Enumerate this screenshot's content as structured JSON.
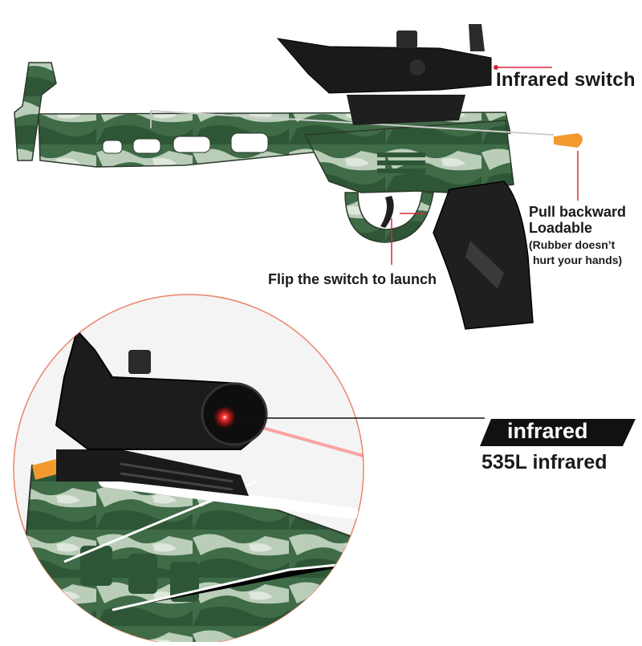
{
  "callouts": {
    "infrared_switch": "Infrared switch",
    "pull_backward": "Pull backward",
    "loadable": "Loadable",
    "rubber_line1": "(Rubber doesn’t",
    "rubber_line2": "hurt your hands)",
    "flip_switch": "Flip the switch to launch",
    "infrared_banner": "infrared",
    "model_infrared": "535L infrared"
  },
  "colors": {
    "callout_line": "#d8283a",
    "circle_outline": "#e8866a",
    "camo_dark": "#2e5636",
    "camo_light": "#b9cdb8",
    "grip": "#1f1f1f",
    "rubber_tip": "#f29a2e",
    "laser": "#ff2a2a",
    "banner": "#111111"
  }
}
